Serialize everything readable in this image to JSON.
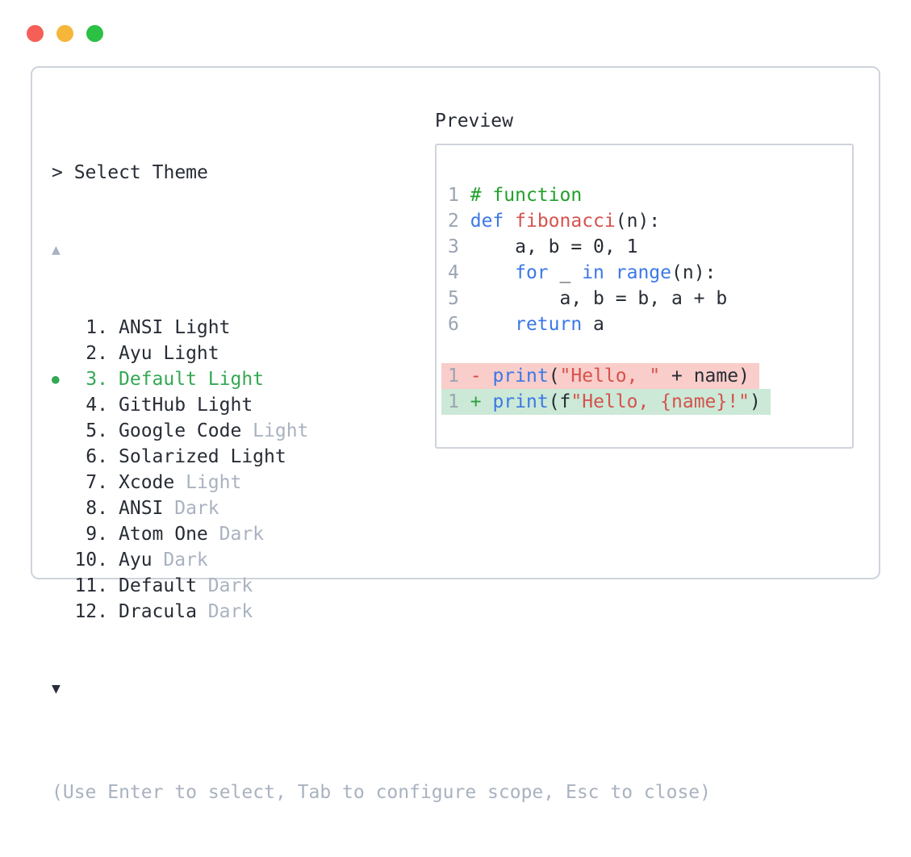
{
  "colors": {
    "text_dark": "#272c35",
    "muted_gray": "#a9b2c0",
    "line_number_gray": "#9aa4b2",
    "border_gray": "#ced3dc",
    "accent_green": "#34a853",
    "comment_green": "#22a02a",
    "keyword_blue": "#3b78e7",
    "string_red": "#d6524e",
    "removed_red": "#d5484a",
    "added_green": "#2f9e44",
    "removed_bg": "#f9cdc9",
    "added_bg": "#cbe9d6",
    "traffic_red": "#f55f57",
    "traffic_yellow": "#f5b63a",
    "traffic_green": "#2cc044"
  },
  "picker": {
    "prompt": "> Select Theme",
    "scroll_up": "▲",
    "scroll_down": "▼",
    "bullet": "●",
    "hint": "(Use Enter to select, Tab to configure scope, Esc to close)",
    "items": [
      {
        "number": "1.",
        "name": "ANSI",
        "variant": "Light",
        "variant_muted": false,
        "selected": false
      },
      {
        "number": "2.",
        "name": "Ayu",
        "variant": "Light",
        "variant_muted": false,
        "selected": false
      },
      {
        "number": "3.",
        "name": "Default",
        "variant": "Light",
        "variant_muted": false,
        "selected": true
      },
      {
        "number": "4.",
        "name": "GitHub",
        "variant": "Light",
        "variant_muted": false,
        "selected": false
      },
      {
        "number": "5.",
        "name": "Google Code",
        "variant": "Light",
        "variant_muted": true,
        "selected": false
      },
      {
        "number": "6.",
        "name": "Solarized",
        "variant": "Light",
        "variant_muted": false,
        "selected": false
      },
      {
        "number": "7.",
        "name": "Xcode",
        "variant": "Light",
        "variant_muted": true,
        "selected": false
      },
      {
        "number": "8.",
        "name": "ANSI",
        "variant": "Dark",
        "variant_muted": true,
        "selected": false
      },
      {
        "number": "9.",
        "name": "Atom One",
        "variant": "Dark",
        "variant_muted": true,
        "selected": false
      },
      {
        "number": "10.",
        "name": "Ayu",
        "variant": "Dark",
        "variant_muted": true,
        "selected": false
      },
      {
        "number": "11.",
        "name": "Default",
        "variant": "Dark",
        "variant_muted": true,
        "selected": false
      },
      {
        "number": "12.",
        "name": "Dracula",
        "variant": "Dark",
        "variant_muted": true,
        "selected": false
      }
    ]
  },
  "preview": {
    "title": "Preview",
    "code_lines": [
      {
        "number": "1",
        "tokens": [
          {
            "text": "# function",
            "type": "comment"
          }
        ]
      },
      {
        "number": "2",
        "tokens": [
          {
            "text": "def",
            "type": "keyword"
          },
          {
            "text": " ",
            "type": "plain"
          },
          {
            "text": "fibonacci",
            "type": "func"
          },
          {
            "text": "(n):",
            "type": "plain"
          }
        ]
      },
      {
        "number": "3",
        "tokens": [
          {
            "text": "    a, b = 0, 1",
            "type": "plain"
          }
        ]
      },
      {
        "number": "4",
        "tokens": [
          {
            "text": "    ",
            "type": "plain"
          },
          {
            "text": "for",
            "type": "keyword"
          },
          {
            "text": " _ ",
            "type": "plain"
          },
          {
            "text": "in",
            "type": "keyword"
          },
          {
            "text": " ",
            "type": "plain"
          },
          {
            "text": "range",
            "type": "keyword"
          },
          {
            "text": "(n):",
            "type": "plain"
          }
        ]
      },
      {
        "number": "5",
        "tokens": [
          {
            "text": "        a, b = b, a + b",
            "type": "plain"
          }
        ]
      },
      {
        "number": "6",
        "tokens": [
          {
            "text": "    ",
            "type": "plain"
          },
          {
            "text": "return",
            "type": "keyword"
          },
          {
            "text": " a",
            "type": "plain"
          }
        ]
      }
    ],
    "diff_lines": [
      {
        "number": "1",
        "sign": "-",
        "kind": "removed",
        "tokens": [
          {
            "text": "print",
            "type": "keyword"
          },
          {
            "text": "(",
            "type": "plain"
          },
          {
            "text": "\"Hello, \"",
            "type": "string"
          },
          {
            "text": " + name)",
            "type": "plain"
          }
        ]
      },
      {
        "number": "1",
        "sign": "+",
        "kind": "added",
        "tokens": [
          {
            "text": "print",
            "type": "keyword"
          },
          {
            "text": "(f",
            "type": "plain"
          },
          {
            "text": "\"Hello, {name}!\"",
            "type": "string"
          },
          {
            "text": ")",
            "type": "plain"
          }
        ]
      }
    ]
  }
}
